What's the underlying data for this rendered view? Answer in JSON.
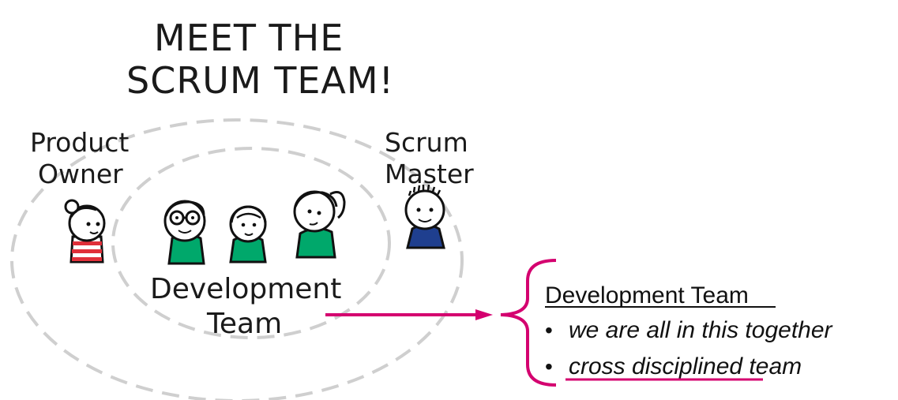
{
  "title": {
    "line1": "MEET THE",
    "line2": "SCRUM TEAM!"
  },
  "roles": {
    "product_owner": {
      "line1": "Product",
      "line2": "Owner"
    },
    "scrum_master": {
      "line1": "Scrum",
      "line2": "Master"
    },
    "development_team": {
      "line1": "Development",
      "line2": "Team"
    }
  },
  "callout": {
    "heading": "Development Team",
    "bullet_symbol": "•",
    "items": [
      "we are all in this together",
      "cross disciplined team"
    ],
    "highlight_color": "#d4006f"
  },
  "colors": {
    "dev_shirt": "#00a86b",
    "scrum_master_shirt": "#1f3f8f",
    "product_owner_stripe": "#e0303a",
    "circle_dash": "#cfcfcf"
  }
}
